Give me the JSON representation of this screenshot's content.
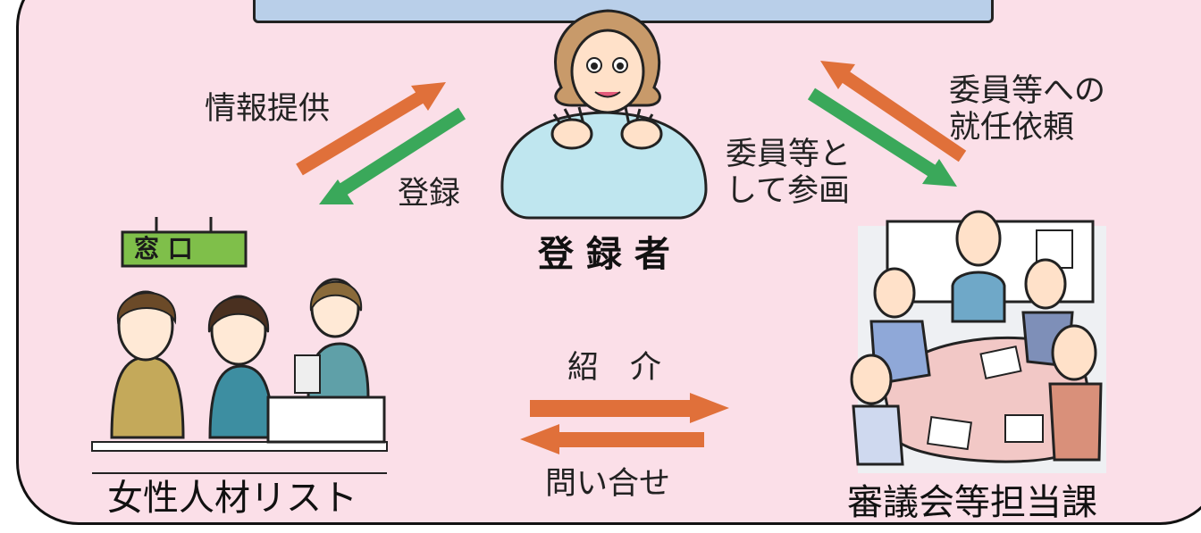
{
  "nodes": {
    "registrant": "登 録 者",
    "women_list": "女性人材リスト",
    "council_section": "審議会等担当課",
    "window_sign": "窓 口"
  },
  "edges": {
    "info_provision": "情報提供",
    "registration": "登録",
    "appointment_request": "委員等への\n就任依頼",
    "participation": "委員等と\nして参画",
    "introduction": "紹　介",
    "inquiry": "問い合せ"
  },
  "colors": {
    "orange_arrow": "#e0703a",
    "green_arrow": "#3aa85a",
    "panel_pink": "#fbdfe8",
    "top_box_blue": "#b9cfe9"
  }
}
